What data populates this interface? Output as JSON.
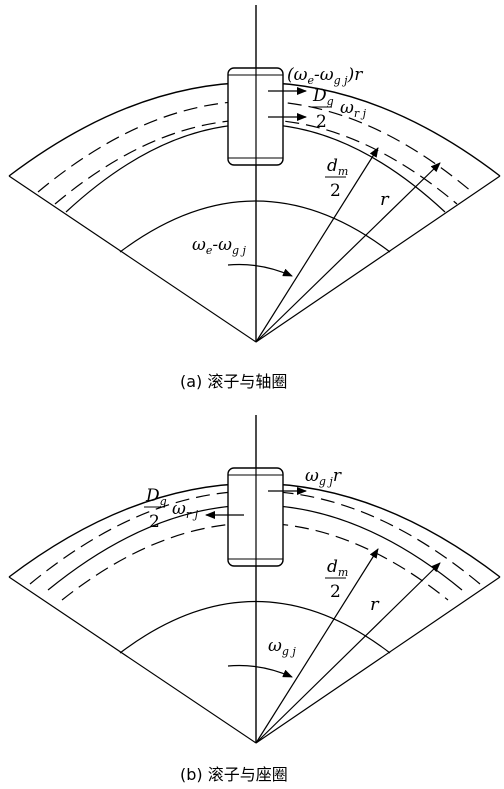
{
  "panels": [
    {
      "id": "a",
      "caption": "(a) 滚子与轴圈",
      "labels": {
        "top_rel_vel": "(ω",
        "top_rel_sub_e": "e",
        "top_rel_dash": "-ω",
        "top_rel_sub_gj": "g j",
        "top_rel_r": ")r",
        "spin_num": "D",
        "spin_num_sub": "g",
        "spin_den": "2",
        "spin_omega": "ω",
        "spin_sub": "r j",
        "dm_num": "d",
        "dm_num_sub": "m",
        "dm_den": "2",
        "r": "r",
        "rot_omega1": "ω",
        "rot_sub1": "e",
        "rot_dash": "-ω",
        "rot_sub2": "g j"
      }
    },
    {
      "id": "b",
      "caption": "(b) 滚子与座圈",
      "labels": {
        "top_vel": "ω",
        "top_vel_sub": "g j",
        "top_vel_r": "r",
        "spin_num": "D",
        "spin_num_sub": "g",
        "spin_den": "2",
        "spin_omega": "ω",
        "spin_sub": "r j",
        "dm_num": "d",
        "dm_num_sub": "m",
        "dm_den": "2",
        "r": "r",
        "rot_omega": "ω",
        "rot_sub": "g j"
      }
    }
  ]
}
